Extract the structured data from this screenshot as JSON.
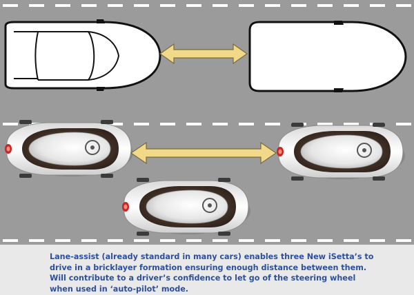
{
  "caption": "Lane-assist (already standard in many cars) enables three New iSetta’s to drive in a bricklayer formation ensuring enough distance between them. Will contribute to a driver’s confidence to let go of the steering wheel when used in ‘auto-pilot’ mode.",
  "colors": {
    "road": "#9b9b9b",
    "lane_marking": "#ffffff",
    "distance_arrow": "#f2d98a",
    "caption_text": "#2c4f9e",
    "caption_panel": "#e9e9e9",
    "car_body": "#f4f4f4",
    "cabin": "#4a3a30"
  },
  "scene": {
    "conventional_cars": 2,
    "isetta_cars": 3,
    "formation": "bricklayer"
  }
}
